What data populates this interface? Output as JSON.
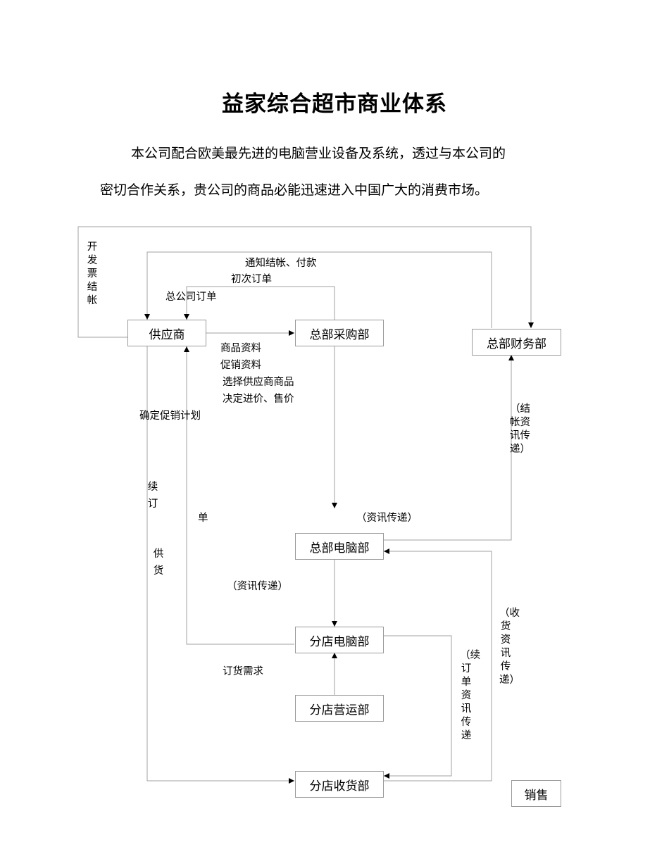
{
  "title": "益家综合超市商业体系",
  "intro": {
    "line1": "本公司配合欧美最先进的电脑营业设备及系统，透过与本公司的",
    "line2": "密切合作关系，贵公司的商品必能迅速进入中国广大的消费市场。"
  },
  "nodes": {
    "supplier": "供应商",
    "purchasing": "总部采购部",
    "finance": "总部财务部",
    "hq_computer": "总部电脑部",
    "branch_computer": "分店电脑部",
    "branch_operations": "分店营运部",
    "branch_receiving": "分店收货部",
    "sales": "销售"
  },
  "labels": {
    "invoice_settle": "开发票结帐",
    "notify_payment": "通知结帐、付款",
    "first_order": "初次订单",
    "hq_order": "总公司订单",
    "product_info": "商品资料",
    "promo_info": "促销资料",
    "select_products": "选择供应商商品",
    "set_prices": "决定进价、售价",
    "promo_plan": "确定促销计划",
    "reorder_supply_a": "续订",
    "reorder_supply_b": "供货",
    "reorder_order": "单",
    "info_transfer_hq": "（资讯传递）",
    "info_transfer_branch": "（资讯传递）",
    "settle_info": "（结帐资讯传递）",
    "receipt_info": "（收货资讯传递）",
    "reorder_info": "（续订单资讯传递",
    "order_demand": "订货需求"
  }
}
